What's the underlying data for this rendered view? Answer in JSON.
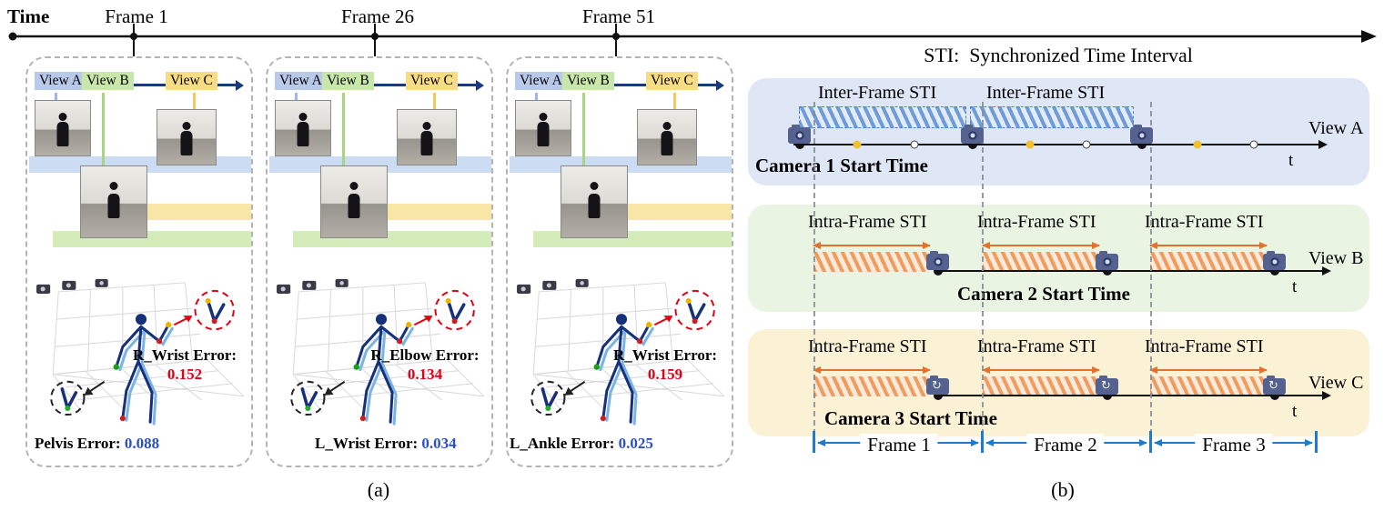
{
  "figure": {
    "timeline": {
      "label": "Time",
      "frame_ticks": [
        "Frame 1",
        "Frame 26",
        "Frame 51"
      ]
    },
    "left": {
      "caption": "(a)",
      "panels": [
        {
          "views": [
            "View A",
            "View B",
            "View C"
          ],
          "top_error": {
            "label": "R_Wrist Error:",
            "value": "0.152"
          },
          "bottom_error": {
            "label": "Pelvis Error:",
            "value": "0.088"
          }
        },
        {
          "views": [
            "View A",
            "View B",
            "View C"
          ],
          "top_error": {
            "label": "R_Elbow Error:",
            "value": "0.134"
          },
          "bottom_error": {
            "label": "L_Wrist Error:",
            "value": "0.034"
          }
        },
        {
          "views": [
            "View A",
            "View B",
            "View C"
          ],
          "top_error": {
            "label": "R_Wrist Error:",
            "value": "0.159"
          },
          "bottom_error": {
            "label": "L_Ankle Error:",
            "value": "0.025"
          }
        }
      ]
    },
    "right": {
      "caption": "(b)",
      "title": "STI:  Synchronized Time Interval",
      "rows": [
        {
          "view": "View A",
          "sti": [
            "Inter-Frame STI",
            "Inter-Frame STI"
          ],
          "start": "Camera 1 Start Time",
          "axis": "t"
        },
        {
          "view": "View B",
          "sti": [
            "Intra-Frame STI",
            "Intra-Frame STI",
            "Intra-Frame STI"
          ],
          "start": "Camera 2 Start Time",
          "axis": "t"
        },
        {
          "view": "View C",
          "sti": [
            "Intra-Frame STI",
            "Intra-Frame STI",
            "Intra-Frame STI"
          ],
          "start": "Camera 3 Start Time",
          "axis": "t"
        }
      ],
      "frames": [
        "Frame 1",
        "Frame 2",
        "Frame 3"
      ]
    },
    "icons": {
      "camera": "camera-icon",
      "rotating_camera": "shutter-camera-icon"
    },
    "colors": {
      "view_a_bg": "#b9c9ea",
      "view_b_bg": "#c9e7a9",
      "view_c_bg": "#f8dc84",
      "row_a_bg": "#dfe6f5",
      "row_b_bg": "#e9f4e2",
      "row_c_bg": "#fbf2d5",
      "inter_frame_hatch": "#4d82cc",
      "intra_frame_hatch": "#e4702a",
      "error_high": "#e30014",
      "error_low": "#2a50c8",
      "frame_bracket": "#1d7ad0"
    }
  }
}
